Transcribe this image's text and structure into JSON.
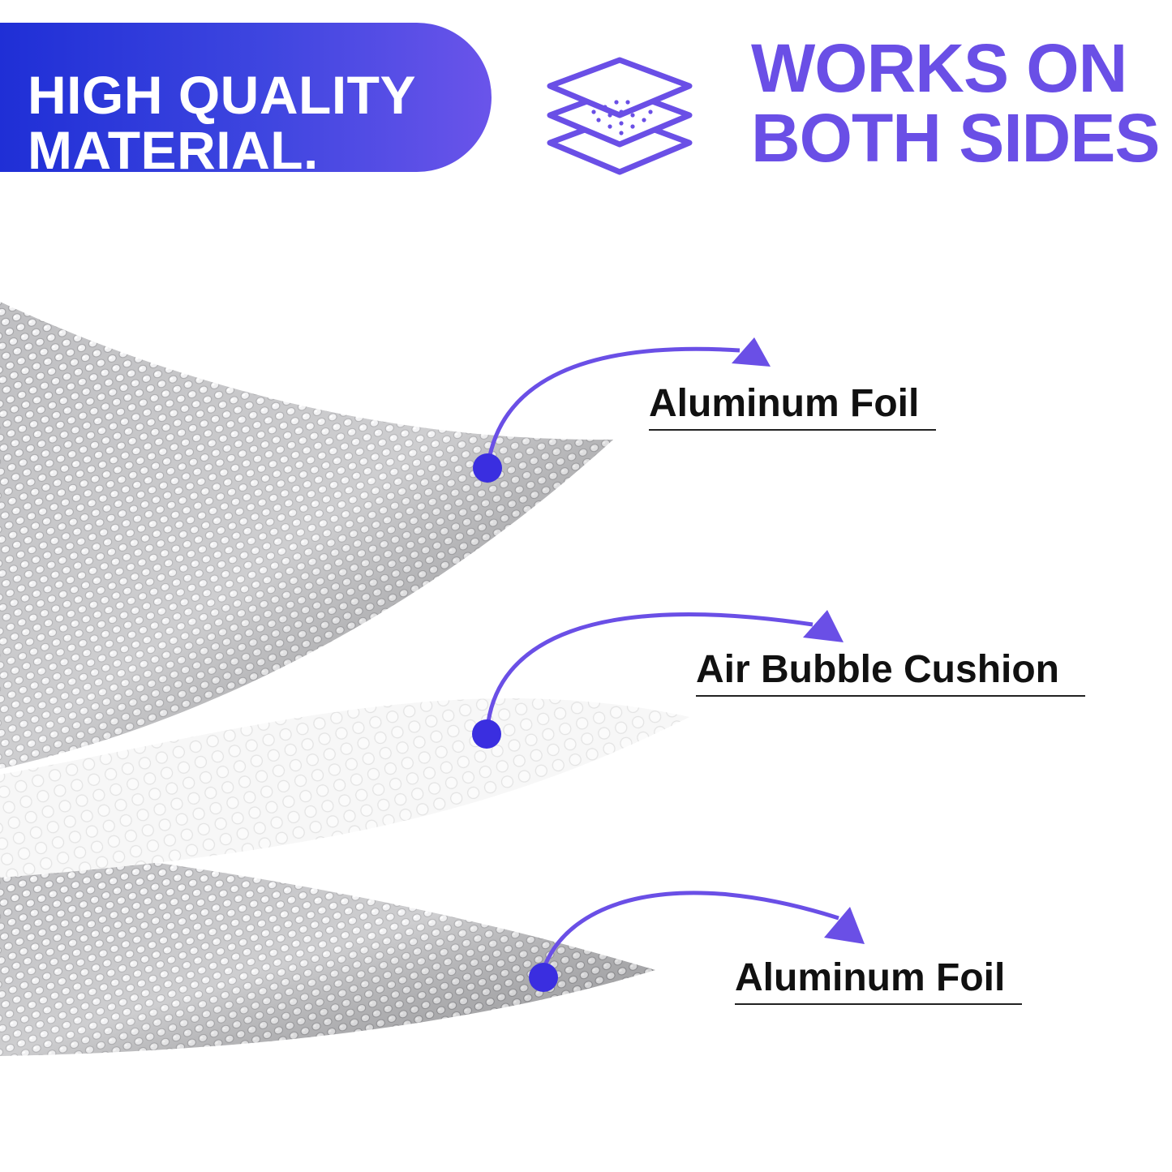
{
  "banner": {
    "line1": "HIGH QUALITY",
    "line2": "MATERIAL."
  },
  "headline": {
    "line1": "WORKS ON",
    "line2": "BOTH SIDES"
  },
  "layers": [
    {
      "label": "Aluminum Foil"
    },
    {
      "label": "Air Bubble Cushion"
    },
    {
      "label": "Aluminum Foil"
    }
  ],
  "icons": {
    "layers": "layers-icon",
    "pointer": "curved-arrow"
  },
  "colors": {
    "accent": "#6a4fe6",
    "banner_start": "#1f2fd6",
    "banner_end": "#6a54ea",
    "dot": "#3a2ee0"
  }
}
